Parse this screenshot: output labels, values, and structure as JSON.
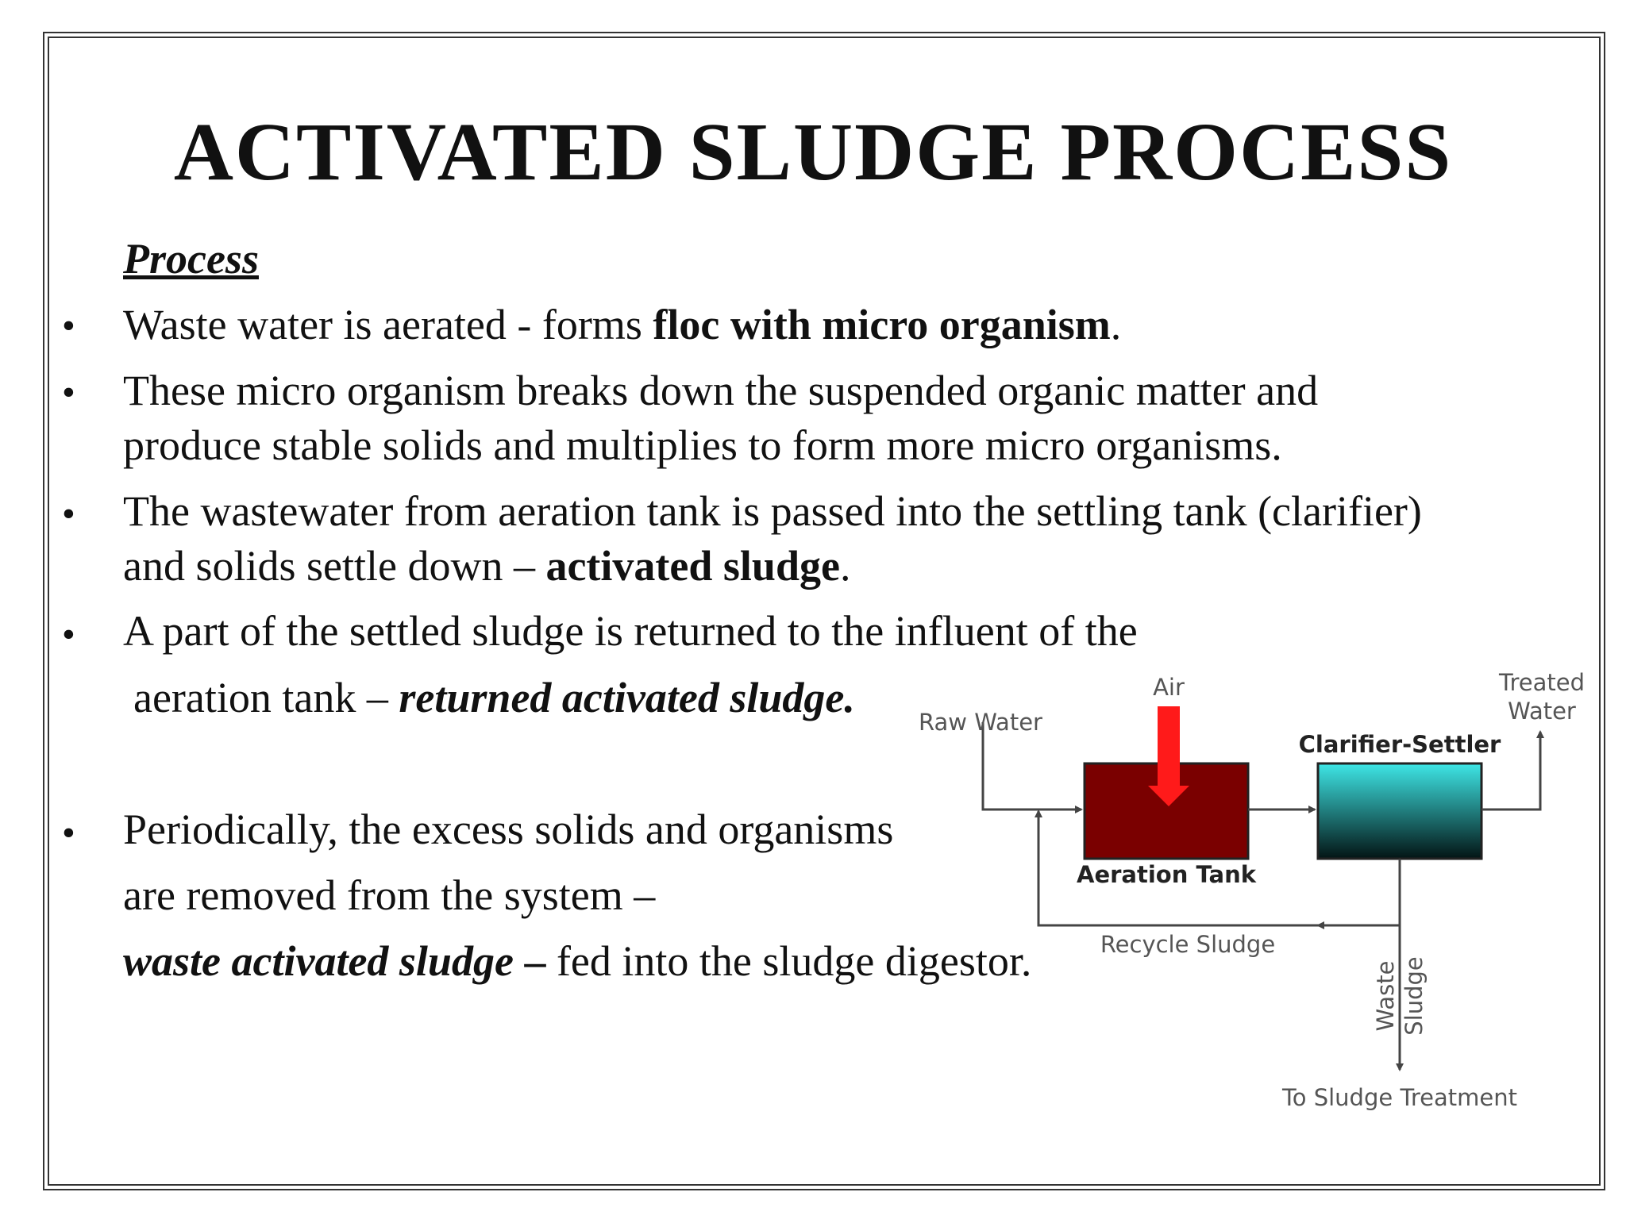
{
  "slide": {
    "title": "ACTIVATED SLUDGE PROCESS",
    "heading": "Process",
    "bullet_symbol": "•",
    "b1": {
      "text1": "Waste water is aerated - forms ",
      "bold": "floc with micro organism",
      "text2": "."
    },
    "b2": {
      "line1": "These micro organism breaks down  the suspended organic matter and",
      "line2": "produce stable solids and multiplies to form more micro organisms."
    },
    "b3": {
      "line1": "The wastewater from aeration tank is passed into the settling tank (clarifier)",
      "line2_text": "and solids  settle down – ",
      "line2_bold": "activated sludge",
      "line2_end": "."
    },
    "b4": {
      "line1": "A part of the settled sludge is returned to the influent of the",
      "line2_text": "aeration tank – ",
      "line2_bolditalic": "returned activated sludge."
    },
    "b5": {
      "line1": "Periodically, the excess solids and organisms",
      "line2": "are removed from the system –",
      "line3_bolditalic": "waste activated sludge",
      "line3_bold": " –",
      "line3_text": " fed into the sludge digestor."
    }
  },
  "diagram": {
    "air": "Air",
    "raw_water": "Raw Water",
    "treated_1": "Treated",
    "treated_2": "Water",
    "clarifier": "Clarifier-Settler",
    "aeration_tank": "Aeration Tank",
    "recycle": "Recycle Sludge",
    "waste_1": "Waste",
    "waste_2": "Sludge",
    "to_treatment": "To Sludge Treatment",
    "colors": {
      "aeration_fill": "#7a0000",
      "air_arrow": "#ff1a1a",
      "clarifier_top": "#3ee6e6",
      "clarifier_bottom": "#031414"
    }
  }
}
